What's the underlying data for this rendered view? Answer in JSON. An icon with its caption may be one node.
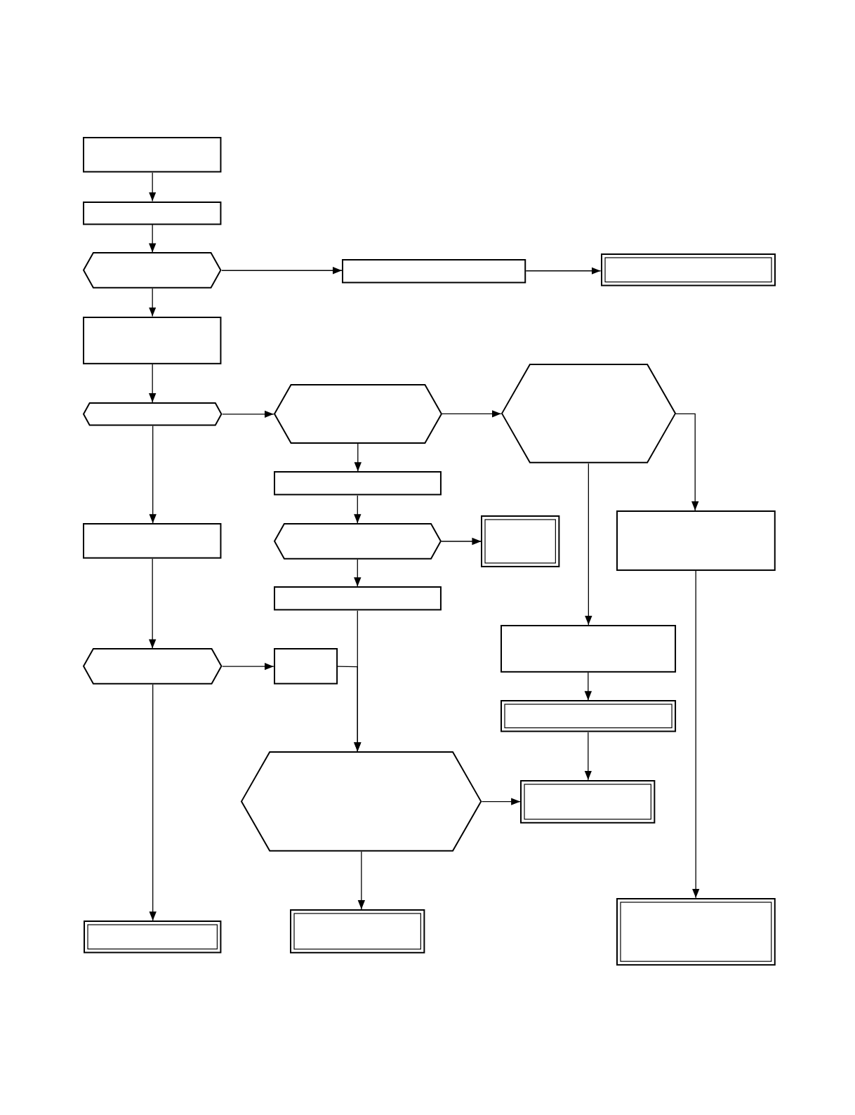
{
  "diagram": {
    "nodes": [
      {
        "text": [],
        "shape": "box"
      },
      {
        "text": [],
        "shape": "box"
      },
      {
        "text": [],
        "shape": "hexagon"
      },
      {
        "text": [],
        "shape": "box"
      },
      {
        "text": [],
        "shape": "frame"
      },
      {
        "text": [],
        "shape": "box"
      },
      {
        "text": [],
        "shape": "hexagon"
      },
      {
        "text": [],
        "shape": "hexagon"
      },
      {
        "text": [],
        "shape": "hexagon"
      },
      {
        "text": [],
        "shape": "box"
      },
      {
        "text": [],
        "shape": "hexagon"
      },
      {
        "text": [],
        "shape": "frame"
      },
      {
        "text": [],
        "shape": "box"
      },
      {
        "text": [],
        "shape": "box"
      },
      {
        "text": [],
        "shape": "box"
      },
      {
        "text": [],
        "shape": "hexagon"
      },
      {
        "text": [],
        "shape": "box"
      },
      {
        "text": [],
        "shape": "box"
      },
      {
        "text": [],
        "shape": "frame"
      },
      {
        "text": [],
        "shape": "hexagon"
      },
      {
        "text": [],
        "shape": "frame"
      },
      {
        "text": [],
        "shape": "frame"
      },
      {
        "text": [],
        "shape": "frame"
      },
      {
        "text": [],
        "shape": "frame"
      }
    ],
    "edges": [
      {
        "from": 0,
        "to": 1,
        "arrow": "to"
      },
      {
        "from": 1,
        "to": 2,
        "arrow": "to"
      },
      {
        "from": 2,
        "to": 3,
        "arrow": "to"
      },
      {
        "from": 3,
        "to": 4,
        "arrow": "to"
      },
      {
        "from": 2,
        "to": 5,
        "arrow": "to"
      },
      {
        "from": 5,
        "to": 6,
        "arrow": "to"
      },
      {
        "from": 6,
        "to": 7,
        "arrow": "to"
      },
      {
        "from": 7,
        "to": 8,
        "arrow": "to"
      },
      {
        "from": 6,
        "to": 14,
        "arrow": "to"
      },
      {
        "from": 7,
        "to": 9,
        "arrow": "to"
      },
      {
        "from": 9,
        "to": 10,
        "arrow": "to"
      },
      {
        "from": 10,
        "to": 11,
        "arrow": "to"
      },
      {
        "from": 10,
        "to": 13,
        "arrow": "to"
      },
      {
        "from": 8,
        "to": 17,
        "arrow": "to"
      },
      {
        "from": 8,
        "to": 12,
        "arrow": "to"
      },
      {
        "from": 14,
        "to": 15,
        "arrow": "to"
      },
      {
        "from": 15,
        "to": 16,
        "arrow": "to"
      },
      {
        "from": 15,
        "to": 21,
        "arrow": "to"
      },
      {
        "from": 13,
        "to": 19,
        "arrow": "to"
      },
      {
        "from": 16,
        "to": 19,
        "arrow": "to"
      },
      {
        "from": 17,
        "to": 18,
        "arrow": "to"
      },
      {
        "from": 18,
        "to": 20,
        "arrow": "to"
      },
      {
        "from": 19,
        "to": 20,
        "arrow": "to"
      },
      {
        "from": 19,
        "to": 22,
        "arrow": "to"
      },
      {
        "from": 12,
        "to": 23,
        "arrow": "to"
      }
    ]
  }
}
